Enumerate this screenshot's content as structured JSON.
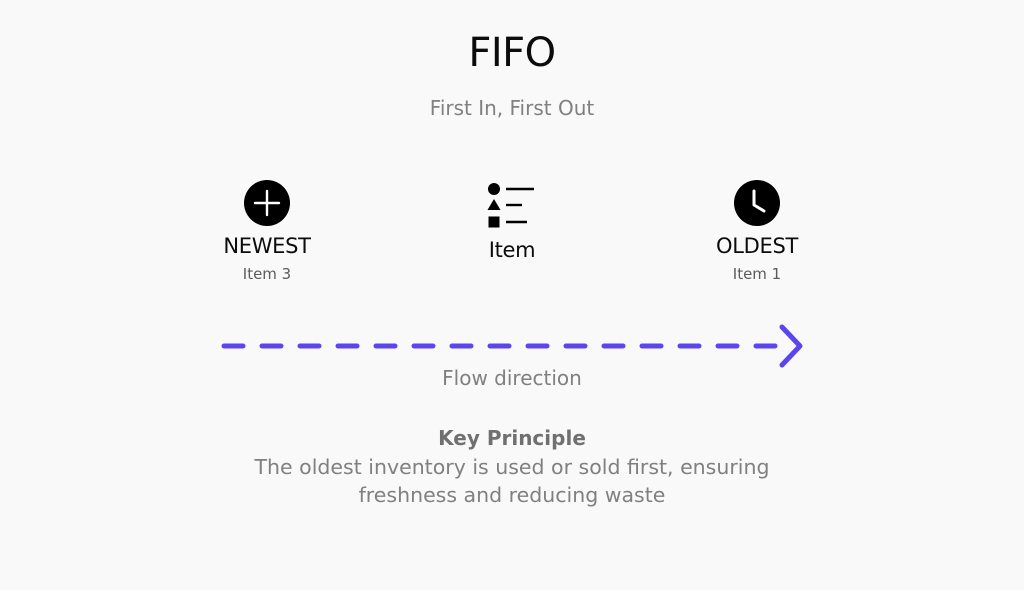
{
  "header": {
    "title": "FIFO",
    "subtitle": "First In, First Out"
  },
  "nodes": {
    "newest": {
      "icon": "plus-circle-icon",
      "label": "NEWEST",
      "sublabel": "Item 3"
    },
    "item": {
      "icon": "shapes-list-icon",
      "label": "Item"
    },
    "oldest": {
      "icon": "clock-icon",
      "label": "OLDEST",
      "sublabel": "Item 1"
    }
  },
  "flow": {
    "label": "Flow direction",
    "direction": "left-to-right",
    "arrow_color": "#5b45ee"
  },
  "principle": {
    "title": "Key Principle",
    "text_line1": "The oldest inventory is used or sold first, ensuring",
    "text_line2": "freshness and reducing waste"
  },
  "colors": {
    "background": "#f9f9f9",
    "icon": "#000000",
    "accent": "#5b45ee",
    "muted_text": "#808080"
  }
}
